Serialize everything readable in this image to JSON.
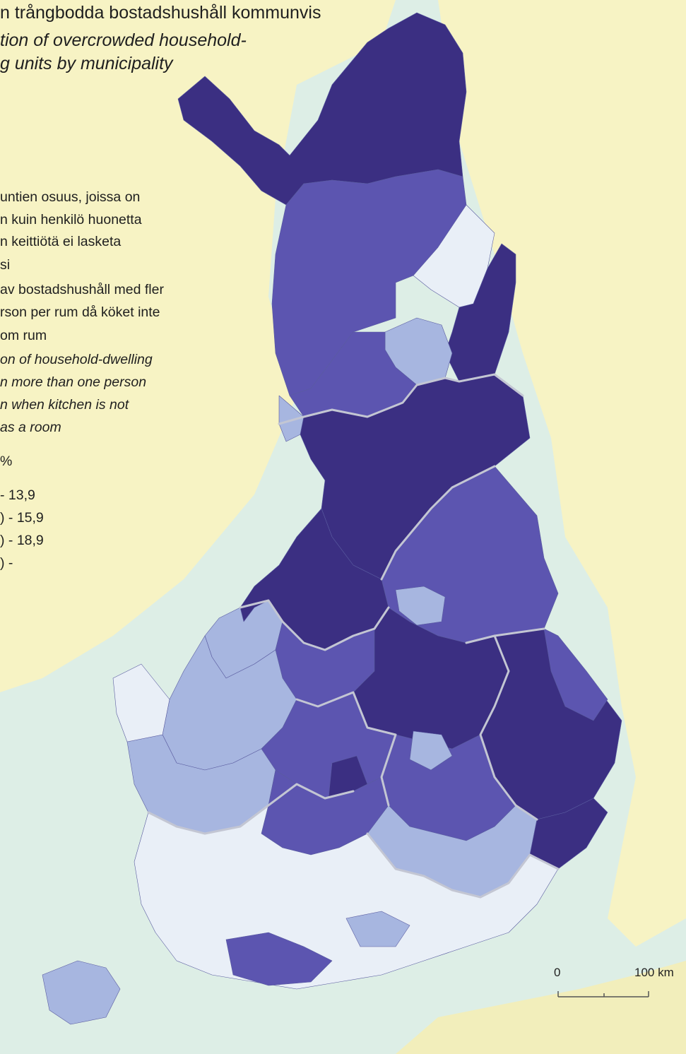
{
  "title": {
    "line1": "n trångbodda bostadshushåll kommunvis",
    "line2": "tion of overcrowded household-",
    "line3": "g units by municipality"
  },
  "legend": {
    "fi": [
      "untien osuus, joissa on",
      "n kuin henkilö huonetta",
      "n keittiötä ei lasketa",
      "si"
    ],
    "sv": [
      "av bostadshushåll med fler",
      "rson per rum då köket inte",
      "om rum"
    ],
    "en": [
      "on of household-dwelling",
      "n more than one person",
      "n when kitchen is not",
      "as a room"
    ],
    "unit": "%",
    "classes": [
      {
        "label": "- 13,9",
        "color": "#e9eff7"
      },
      {
        "label": ") - 15,9",
        "color": "#a7b6e0"
      },
      {
        "label": ") - 18,9",
        "color": "#6a63b8"
      },
      {
        "label": ") -",
        "color": "#3b2f82"
      }
    ]
  },
  "scale": {
    "zero": "0",
    "distance": "100 km"
  },
  "colors": {
    "land": "#f7f3c4",
    "sea": "#ddeee6",
    "borders": "#c3c6d3"
  }
}
